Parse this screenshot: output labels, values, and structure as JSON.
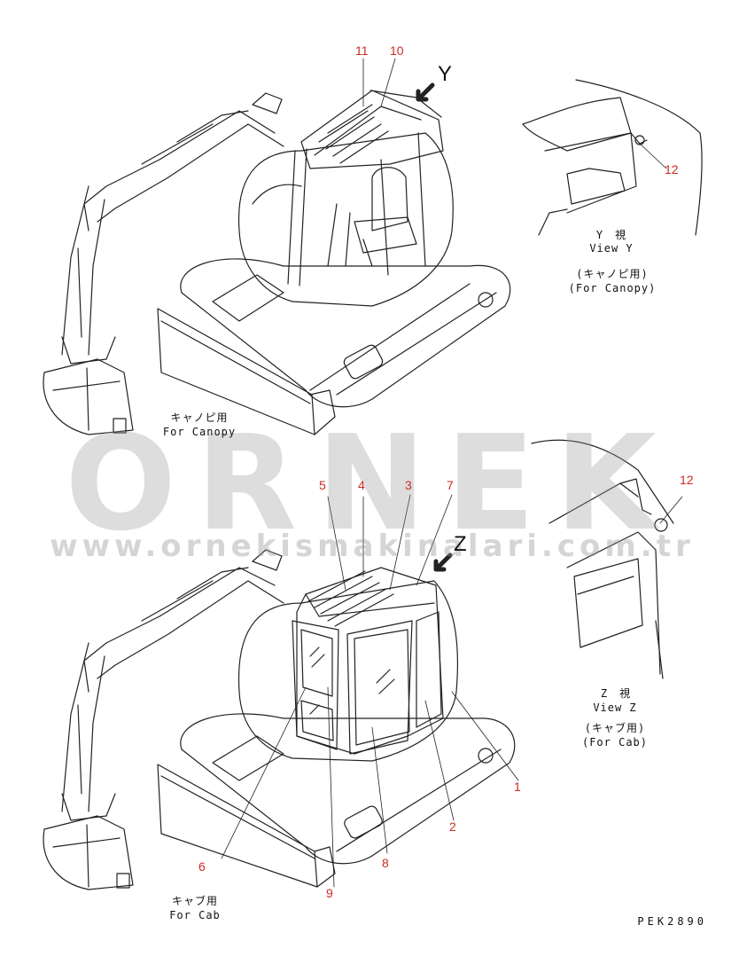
{
  "figure": {
    "code": "PEK2890",
    "arrow_letters": [
      "Y",
      "Z"
    ],
    "labels_top": {
      "canopy_jp": "キャノピ用",
      "canopy_en": "For Canopy"
    },
    "labels_bottom": {
      "cab_jp": "キャブ用",
      "cab_en": "For Cab"
    },
    "view_y": {
      "title": "Y　視",
      "sub": "View Y",
      "note_jp": "(キャノピ用)",
      "note_en": "(For Canopy)"
    },
    "view_z": {
      "title": "Z　視",
      "sub": "View Z",
      "note_jp": "(キャブ用)",
      "note_en": "(For Cab)"
    },
    "callouts_top": [
      "11",
      "10",
      "12"
    ],
    "callouts_bottom": [
      "5",
      "4",
      "3",
      "7",
      "12",
      "1",
      "2",
      "6",
      "8",
      "9"
    ],
    "accent_color": "#cc2a22"
  },
  "watermark": {
    "brand": "ORNEK",
    "url": "www.ornekismakinalari.com.tr"
  }
}
